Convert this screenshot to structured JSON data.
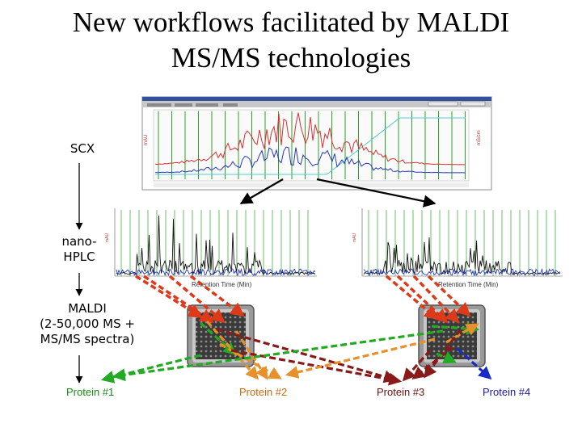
{
  "title": {
    "line1": "New workflows facilitated by MALDI",
    "line2": "MS/MS technologies"
  },
  "steps": {
    "scx": "SCX",
    "nano_line1": "nano-",
    "nano_line2": "HPLC",
    "maldi_line1": "MALDI",
    "maldi_line2": "(2-50,000 MS +",
    "maldi_line3": "MS/MS spectra)"
  },
  "chromatogram_axis_label": "Retention Time (Min)",
  "proteins": [
    {
      "label": "Protein #1",
      "color": "#1a8a1a"
    },
    {
      "label": "Protein #2",
      "color": "#c86a10"
    },
    {
      "label": "Protein #3",
      "color": "#6a1010"
    },
    {
      "label": "Protein #4",
      "color": "#1a1aa0"
    }
  ],
  "colors": {
    "green_arrow": "#22aa22",
    "orange_arrow": "#e8902a",
    "darkred_arrow": "#8a1a1a",
    "red_arrow": "#dd3a1a",
    "blue_arrow": "#1a2ac8",
    "scx_trace_red": "#d83030",
    "scx_trace_blue": "#2838b8",
    "scx_trace_cyan": "#50d0d0",
    "fraction_lines": "#2ca02c"
  }
}
